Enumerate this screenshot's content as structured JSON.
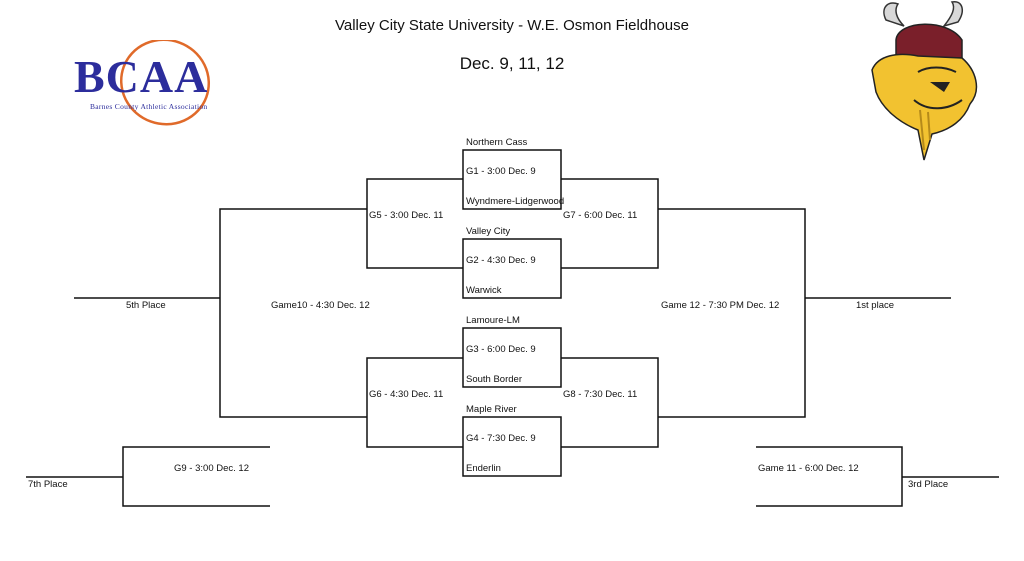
{
  "header": {
    "venue": "Valley City State University - W.E. Osmon Fieldhouse",
    "dates": "Dec. 9, 11, 12"
  },
  "logo": {
    "text": "BCAA",
    "subtext": "Barnes County Athletic Association",
    "accent_color": "#e06a2a",
    "text_color": "#2c2d9c"
  },
  "mascot": {
    "icon": "viking-head-icon",
    "helmet_color": "#7a1f2a",
    "hair_color": "#f2c230"
  },
  "bracket": {
    "teams": {
      "t1": "Northern Cass",
      "t2": "Wyndmere-Lidgerwood",
      "t3": "Valley City",
      "t4": "Warwick",
      "t5": "Lamoure-LM",
      "t6": "South Border",
      "t7": "Maple River",
      "t8": "Enderlin"
    },
    "games": {
      "g1": "G1 - 3:00  Dec. 9",
      "g2": "G2 - 4:30 Dec. 9",
      "g3": "G3 - 6:00 Dec. 9",
      "g4": "G4 - 7:30 Dec. 9",
      "g5": "G5 - 3:00 Dec. 11",
      "g6": "G6 - 4:30 Dec. 11",
      "g7": "G7 - 6:00 Dec. 11",
      "g8": "G8 - 7:30 Dec. 11",
      "g9": "G9 - 3:00 Dec. 12",
      "g10": "Game10 -  4:30  Dec. 12",
      "g11": "Game 11 - 6:00  Dec. 12",
      "g12": "Game 12 -  7:30 PM Dec. 12"
    },
    "places": {
      "fifth": "5th Place",
      "first": "1st place",
      "seventh": "7th Place",
      "third": "3rd Place"
    }
  }
}
